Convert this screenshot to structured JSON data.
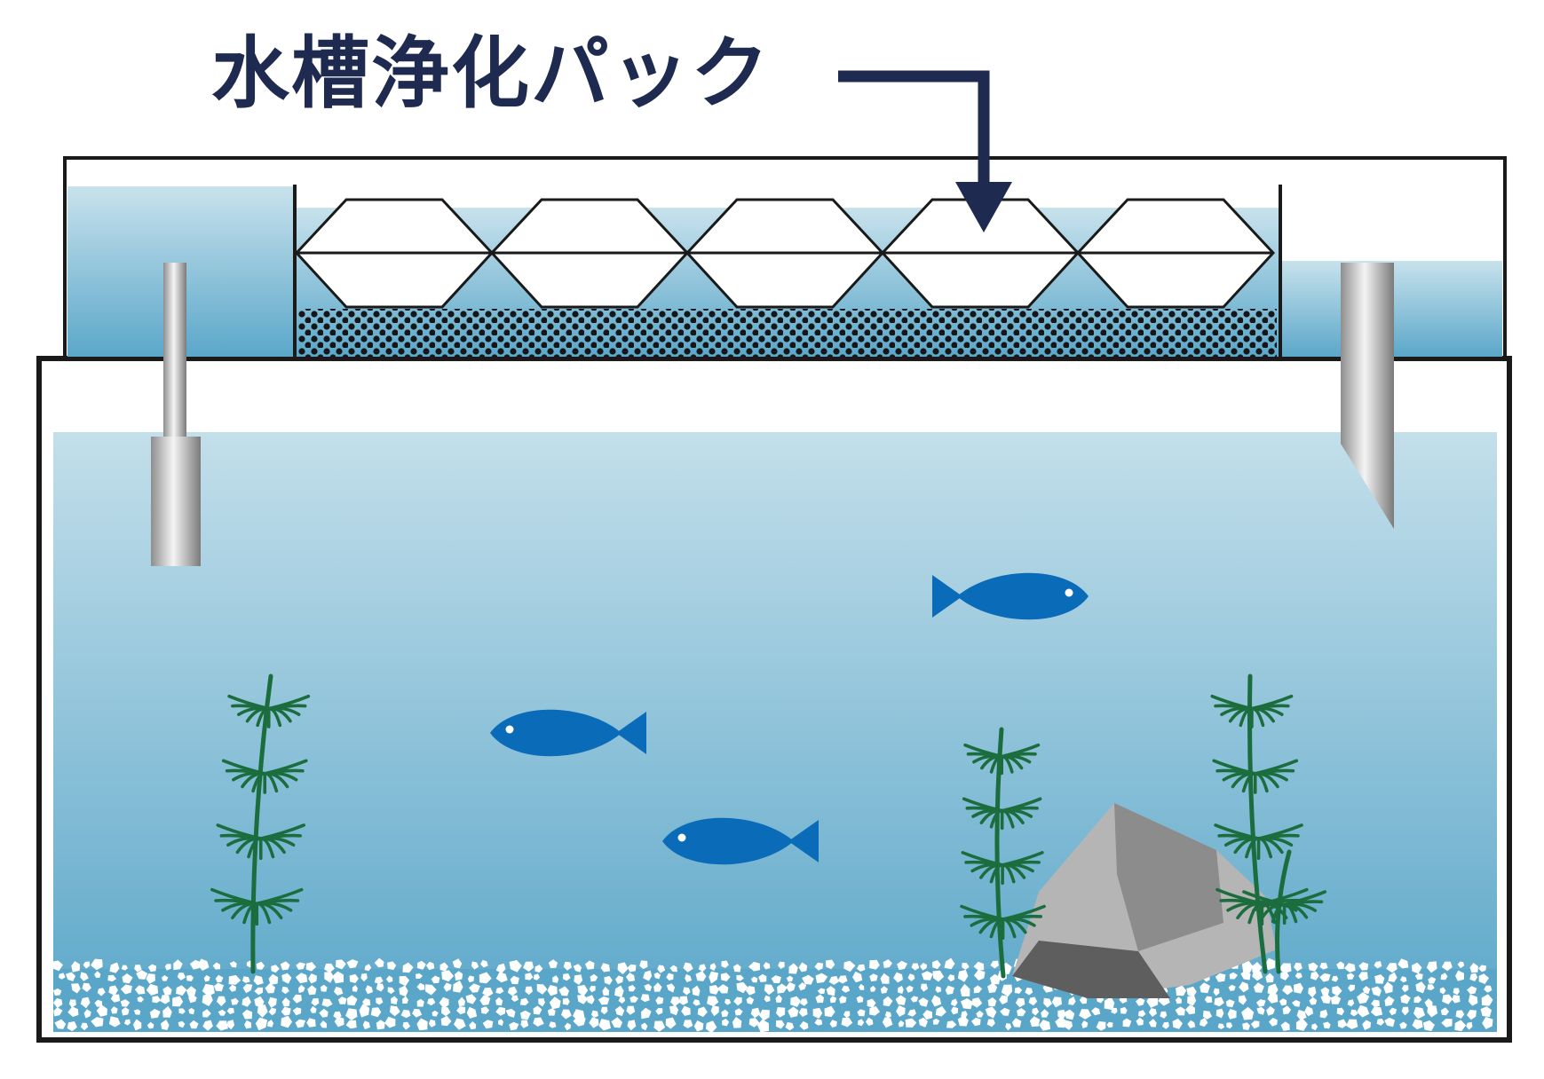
{
  "title": "水槽浄化パック",
  "colors": {
    "text": "#1e2a4f",
    "outline": "#1a1a1a",
    "water_top": "#c3dfea",
    "water_bottom": "#5aa6c9",
    "fish": "#0a6bb8",
    "plant": "#1c6d3e",
    "rock_light": "#b5b5b5",
    "rock_mid": "#8c8c8c",
    "rock_dark": "#5e5e5e",
    "gravel": "#ffffff",
    "media_dots": "#161616"
  },
  "elements": {
    "filter_packs": 5,
    "fish": 3,
    "plants": 4,
    "rocks": 1
  }
}
